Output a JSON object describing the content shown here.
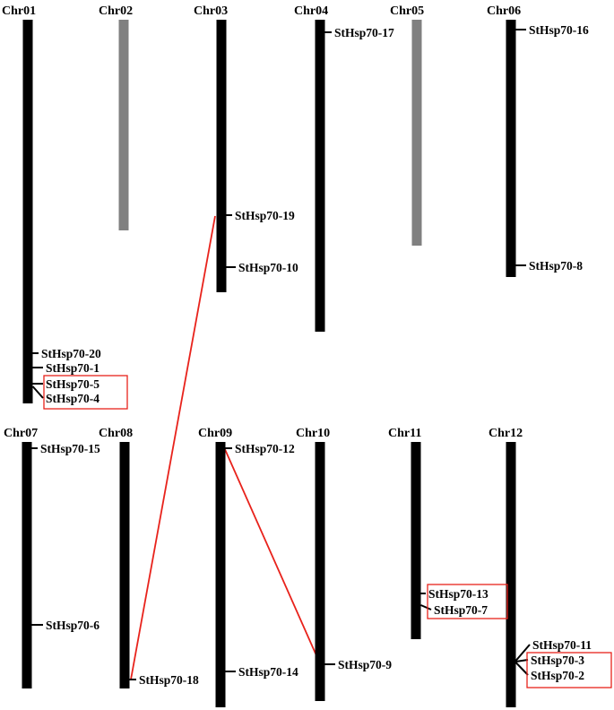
{
  "colors": {
    "chromosome": "#000000",
    "chromosome_no_genes": "#808080",
    "duplication_link": "#e8221b",
    "highlight_box": "#e8221b"
  },
  "chromosomes": [
    {
      "id": "Chr01",
      "label": "Chr01",
      "has_genes": true
    },
    {
      "id": "Chr02",
      "label": "Chr02",
      "has_genes": false
    },
    {
      "id": "Chr03",
      "label": "Chr03",
      "has_genes": true
    },
    {
      "id": "Chr04",
      "label": "Chr04",
      "has_genes": true
    },
    {
      "id": "Chr05",
      "label": "Chr05",
      "has_genes": false
    },
    {
      "id": "Chr06",
      "label": "Chr06",
      "has_genes": true
    },
    {
      "id": "Chr07",
      "label": "Chr07",
      "has_genes": true
    },
    {
      "id": "Chr08",
      "label": "Chr08",
      "has_genes": true
    },
    {
      "id": "Chr09",
      "label": "Chr09",
      "has_genes": true
    },
    {
      "id": "Chr10",
      "label": "Chr10",
      "has_genes": true
    },
    {
      "id": "Chr11",
      "label": "Chr11",
      "has_genes": true
    },
    {
      "id": "Chr12",
      "label": "Chr12",
      "has_genes": true
    }
  ],
  "genes": [
    {
      "name": "StHsp70-20",
      "chromosome": "Chr01"
    },
    {
      "name": "StHsp70-1",
      "chromosome": "Chr01"
    },
    {
      "name": "StHsp70-5",
      "chromosome": "Chr01"
    },
    {
      "name": "StHsp70-4",
      "chromosome": "Chr01"
    },
    {
      "name": "StHsp70-19",
      "chromosome": "Chr03"
    },
    {
      "name": "StHsp70-10",
      "chromosome": "Chr03"
    },
    {
      "name": "StHsp70-17",
      "chromosome": "Chr04"
    },
    {
      "name": "StHsp70-16",
      "chromosome": "Chr06"
    },
    {
      "name": "StHsp70-8",
      "chromosome": "Chr06"
    },
    {
      "name": "StHsp70-15",
      "chromosome": "Chr07"
    },
    {
      "name": "StHsp70-6",
      "chromosome": "Chr07"
    },
    {
      "name": "StHsp70-18",
      "chromosome": "Chr08"
    },
    {
      "name": "StHsp70-12",
      "chromosome": "Chr09"
    },
    {
      "name": "StHsp70-14",
      "chromosome": "Chr09"
    },
    {
      "name": "StHsp70-9",
      "chromosome": "Chr10"
    },
    {
      "name": "StHsp70-13",
      "chromosome": "Chr11"
    },
    {
      "name": "StHsp70-7",
      "chromosome": "Chr11"
    },
    {
      "name": "StHsp70-11",
      "chromosome": "Chr12"
    },
    {
      "name": "StHsp70-3",
      "chromosome": "Chr12"
    },
    {
      "name": "StHsp70-2",
      "chromosome": "Chr12"
    }
  ],
  "tandem_clusters": [
    [
      "StHsp70-5",
      "StHsp70-4"
    ],
    [
      "StHsp70-13",
      "StHsp70-7"
    ],
    [
      "StHsp70-3",
      "StHsp70-2"
    ]
  ],
  "segmental_duplications": [
    [
      "StHsp70-19",
      "StHsp70-18"
    ],
    [
      "StHsp70-12",
      "StHsp70-9"
    ]
  ]
}
